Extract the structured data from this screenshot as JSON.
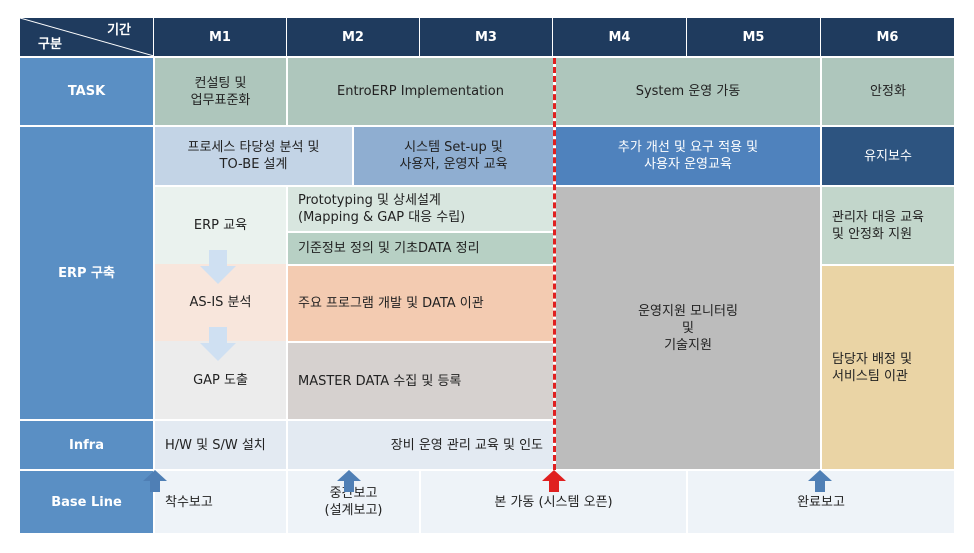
{
  "header": {
    "corner_period": "기간",
    "corner_category": "구분",
    "months": [
      "M1",
      "M2",
      "M3",
      "M4",
      "M5",
      "M6"
    ]
  },
  "rows": {
    "task": "TASK",
    "erp": "ERP 구축",
    "infra": "Infra",
    "baseline": "Base Line"
  },
  "task": {
    "m1": "컨설팅 및\n업무표준화",
    "m2m3": "EntroERP Implementation",
    "m4m5": "System 운영 가동",
    "m6": "안정화"
  },
  "erp": {
    "process": "프로세스 타당성 분석 및\nTO-BE 설계",
    "system_setup": "시스템 Set-up 및\n사용자, 운영자 교육",
    "improve": "추가 개선 및 요구 적용  및\n사용자 운영교육",
    "maintenance": "유지보수",
    "erp_edu": "ERP 교육",
    "asis": "AS-IS 분석",
    "gap": "GAP 도출",
    "prototyping": "Prototyping 및 상세설계\n(Mapping & GAP 대응 수립)",
    "base_data": "기준정보 정의 및 기초DATA 정리",
    "program_dev": "주요 프로그램 개발 및 DATA 이관",
    "master_data": "MASTER DATA 수집 및 등록",
    "ops_support": "운영지원 모니터링\n및\n기술지원",
    "admin_edu": "관리자 대응 교육\n및 안정화 지원",
    "staff_transfer": "담당자 배정 및\n서비스팀 이관"
  },
  "infra": {
    "hw_sw": "H/W 및 S/W 설치",
    "equipment": "장비 운영 관리 교육 및 인도"
  },
  "baseline": {
    "kickoff": "착수보고",
    "interim": "중간보고\n(설계보고)",
    "go_live": "본 가동 (시스템 오픈)",
    "completion": "완료보고"
  },
  "colors": {
    "header": "#1f3b5e",
    "side": "#5a8fc4",
    "task_fill": "#aec6bc",
    "red_line": "#e02020",
    "arrow_blue": "#4f7fb5"
  }
}
